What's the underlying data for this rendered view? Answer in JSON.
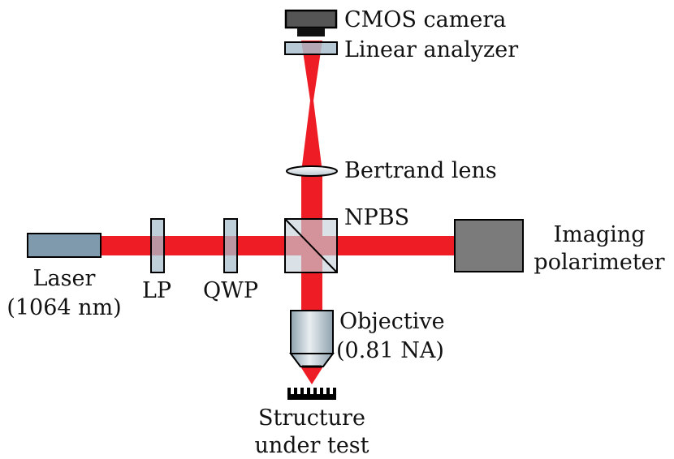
{
  "colors": {
    "beam": "#ee1c24",
    "laser_fill": "#7f9aac",
    "optic_fill": "#a9bfcc",
    "polarimeter_fill": "#7b7b7b",
    "camera_fill": "#555555",
    "outline": "#000000"
  },
  "labels": {
    "cmos_camera": "CMOS camera",
    "linear_analyzer": "Linear analyzer",
    "bertrand_lens": "Bertrand lens",
    "npbs": "NPBS",
    "imaging_polarimeter_line1": "Imaging",
    "imaging_polarimeter_line2": "polarimeter",
    "laser_line1": "Laser",
    "laser_line2": "(1064 nm)",
    "lp": "LP",
    "qwp": "QWP",
    "objective_line1": "Objective",
    "objective_line2": "(0.81 NA)",
    "structure_line1": "Structure",
    "structure_line2": "under test"
  }
}
